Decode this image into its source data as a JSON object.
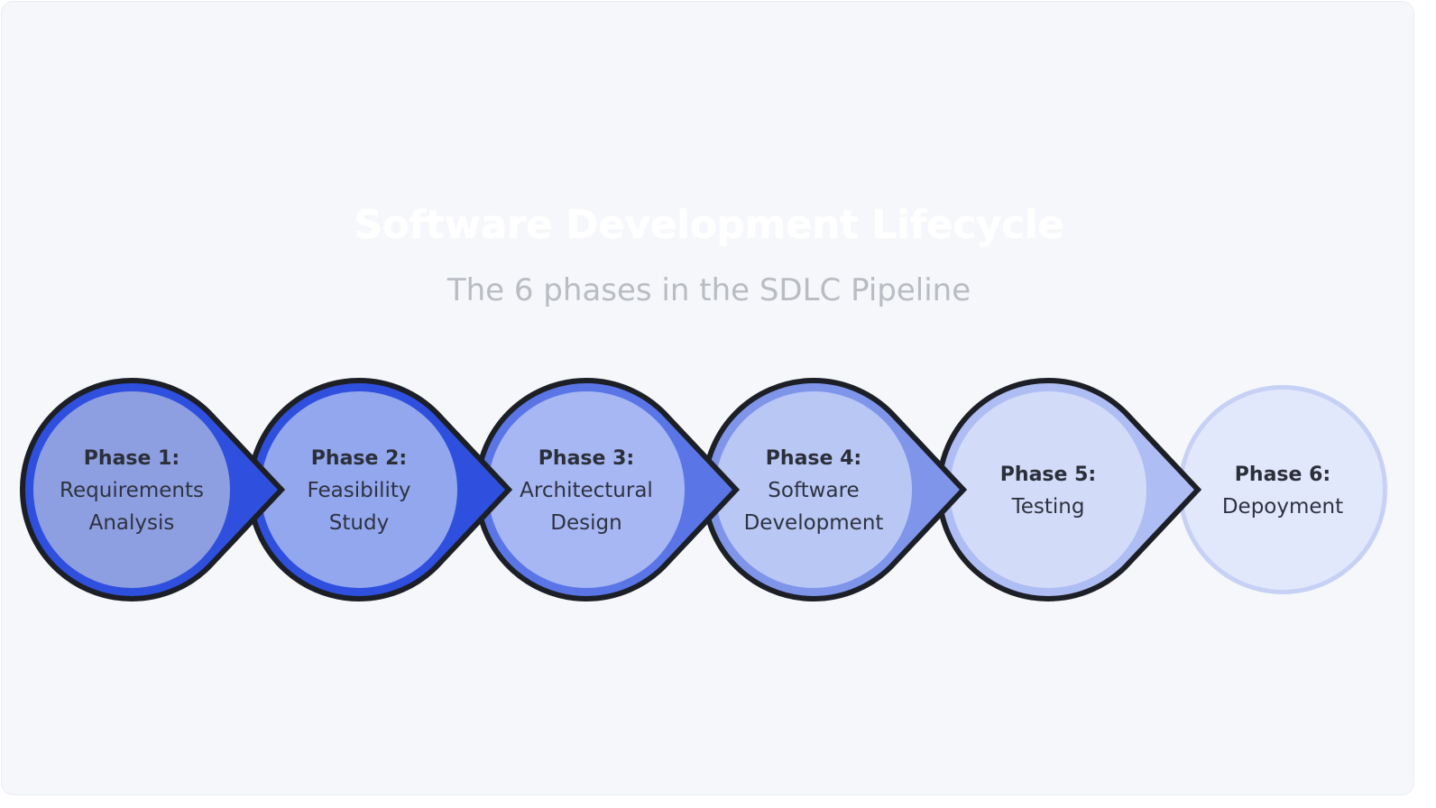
{
  "title": "Software Development Lifecycle",
  "subtitle": "The 6 phases in the SDLC Pipeline",
  "colors": {
    "background": "#f5f7fa",
    "outline": "#1c1f26",
    "accent": "#2b4fd9"
  },
  "phases": [
    {
      "number": "Phase 1:",
      "lines": [
        "Requirements",
        "Analysis"
      ],
      "fill": "#8d9fe0",
      "ring": "#2f4fde"
    },
    {
      "number": "Phase 2:",
      "lines": [
        "Feasibility",
        "Study"
      ],
      "fill": "#93a7ee",
      "ring": "#2f4fde"
    },
    {
      "number": "Phase 3:",
      "lines": [
        "Architectural",
        "Design"
      ],
      "fill": "#a7b7f3",
      "ring": "#5a76e6"
    },
    {
      "number": "Phase 4:",
      "lines": [
        "Software",
        "Development"
      ],
      "fill": "#b9c7f5",
      "ring": "#7e95ea"
    },
    {
      "number": "Phase 5:",
      "lines": [
        "Testing"
      ],
      "fill": "#d2dbf8",
      "ring": "#aebdf3"
    },
    {
      "number": "Phase 6:",
      "lines": [
        "Depoyment"
      ],
      "fill": "#e2e8fb",
      "ring": "#c6d1f5"
    }
  ]
}
